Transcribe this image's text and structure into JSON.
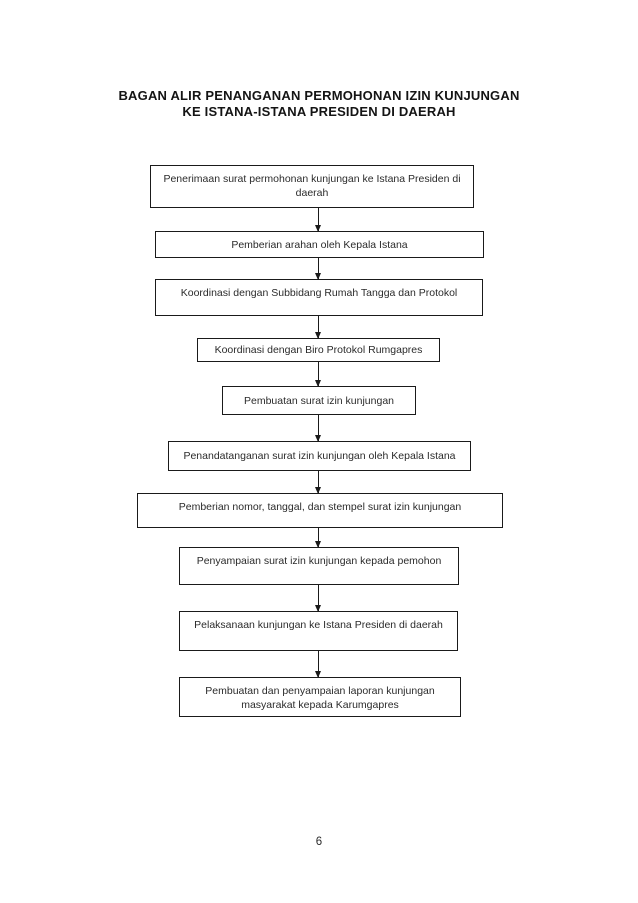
{
  "page": {
    "title_line1": "BAGAN ALIR PENANGANAN PERMOHONAN IZIN KUNJUNGAN",
    "title_line2": "KE ISTANA-ISTANA PRESIDEN DI DAERAH",
    "page_number": "6",
    "background_color": "#ffffff",
    "box_border_color": "#1a1a1a",
    "text_color": "#2b2b2b"
  },
  "flowchart": {
    "type": "flow-diagram",
    "direction": "top-down",
    "connector_style": "solid-line-with-filled-down-arrowhead",
    "steps": [
      {
        "id": 1,
        "text": "Penerimaan surat permohonan kunjungan ke Istana Presiden di daerah"
      },
      {
        "id": 2,
        "text": "Pemberian arahan oleh Kepala Istana"
      },
      {
        "id": 3,
        "text": "Koordinasi dengan Subbidang Rumah Tangga dan Protokol"
      },
      {
        "id": 4,
        "text": "Koordinasi dengan Biro Protokol Rumgapres"
      },
      {
        "id": 5,
        "text": "Pembuatan surat izin kunjungan"
      },
      {
        "id": 6,
        "text": "Penandatanganan surat izin kunjungan oleh Kepala Istana"
      },
      {
        "id": 7,
        "text": "Pemberian nomor, tanggal, dan stempel surat izin kunjungan"
      },
      {
        "id": 8,
        "text": "Penyampaian surat izin kunjungan kepada pemohon"
      },
      {
        "id": 9,
        "text": "Pelaksanaan kunjungan ke Istana Presiden di daerah"
      },
      {
        "id": 10,
        "text": "Pembuatan dan penyampaian laporan kunjungan masyarakat kepada Karumgapres"
      }
    ]
  }
}
